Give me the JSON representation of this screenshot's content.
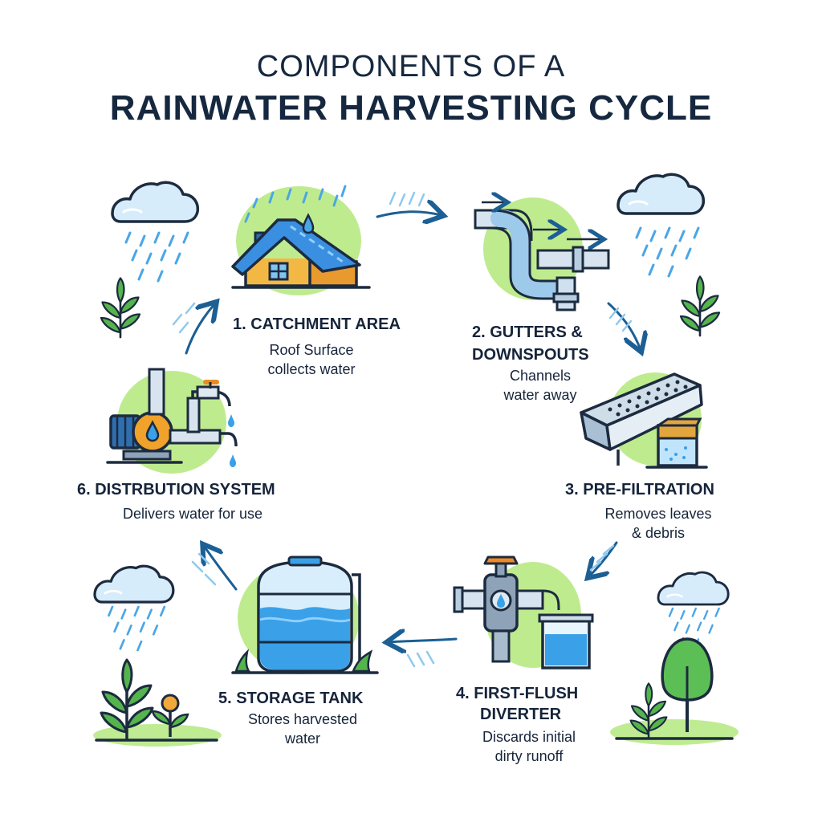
{
  "title": {
    "line1": "COMPONENTS OF A",
    "line2": "RAINWATER HARVESTING CYCLE"
  },
  "steps": [
    {
      "title": "1. CATCHMENT AREA",
      "desc_line1": "Roof Surface",
      "desc_line2": "collects water"
    },
    {
      "title_line1": "2. GUTTERS &",
      "title_line2": "DOWNSPOUTS",
      "desc_line1": "Channels",
      "desc_line2": "water away"
    },
    {
      "title": "3. PRE-FILTRATION",
      "desc_line1": "Removes leaves",
      "desc_line2": "& debris"
    },
    {
      "title_line1": "4. FIRST-FLUSH",
      "title_line2": "DIVERTER",
      "desc_line1": "Discards initial",
      "desc_line2": "dirty runoff"
    },
    {
      "title": "5. STORAGE TANK",
      "desc_line1": "Stores harvested",
      "desc_line2": "water"
    },
    {
      "title": "6. DISTRBUTION SYSTEM",
      "desc_line1": "Delivers water for use"
    }
  ],
  "icons": [
    "cloud-rain-icon",
    "house-roof-icon",
    "gutter-pipe-icon",
    "filter-gutter-icon",
    "diverter-valve-icon",
    "storage-tank-icon",
    "pump-faucet-icon",
    "plant-icon",
    "tree-icon"
  ],
  "colors": {
    "outline": "#1c2b3f",
    "water_blue": "#3aa0e8",
    "light_blue": "#bfe4fb",
    "green_blob": "#b9ec8a",
    "leaf_green": "#4fae4a",
    "roof_orange": "#f0b23a",
    "valve_orange": "#f08a24"
  }
}
